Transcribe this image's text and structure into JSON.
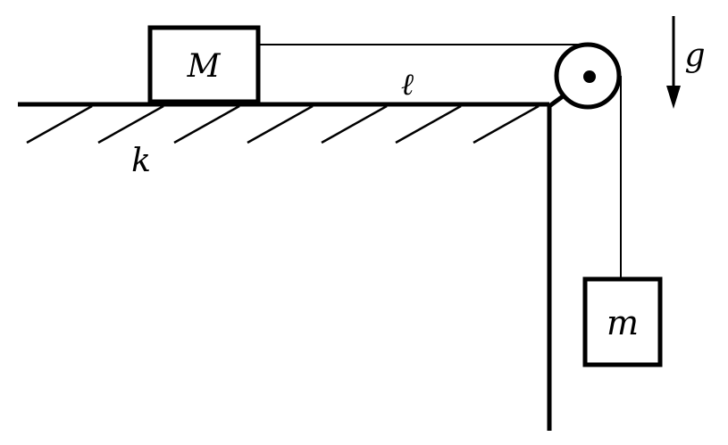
{
  "labels": {
    "big_mass": "M",
    "small_mass": "m",
    "length": "ℓ",
    "friction": "k",
    "gravity": "g"
  },
  "colors": {
    "ink": "#000000",
    "background": "#ffffff"
  }
}
